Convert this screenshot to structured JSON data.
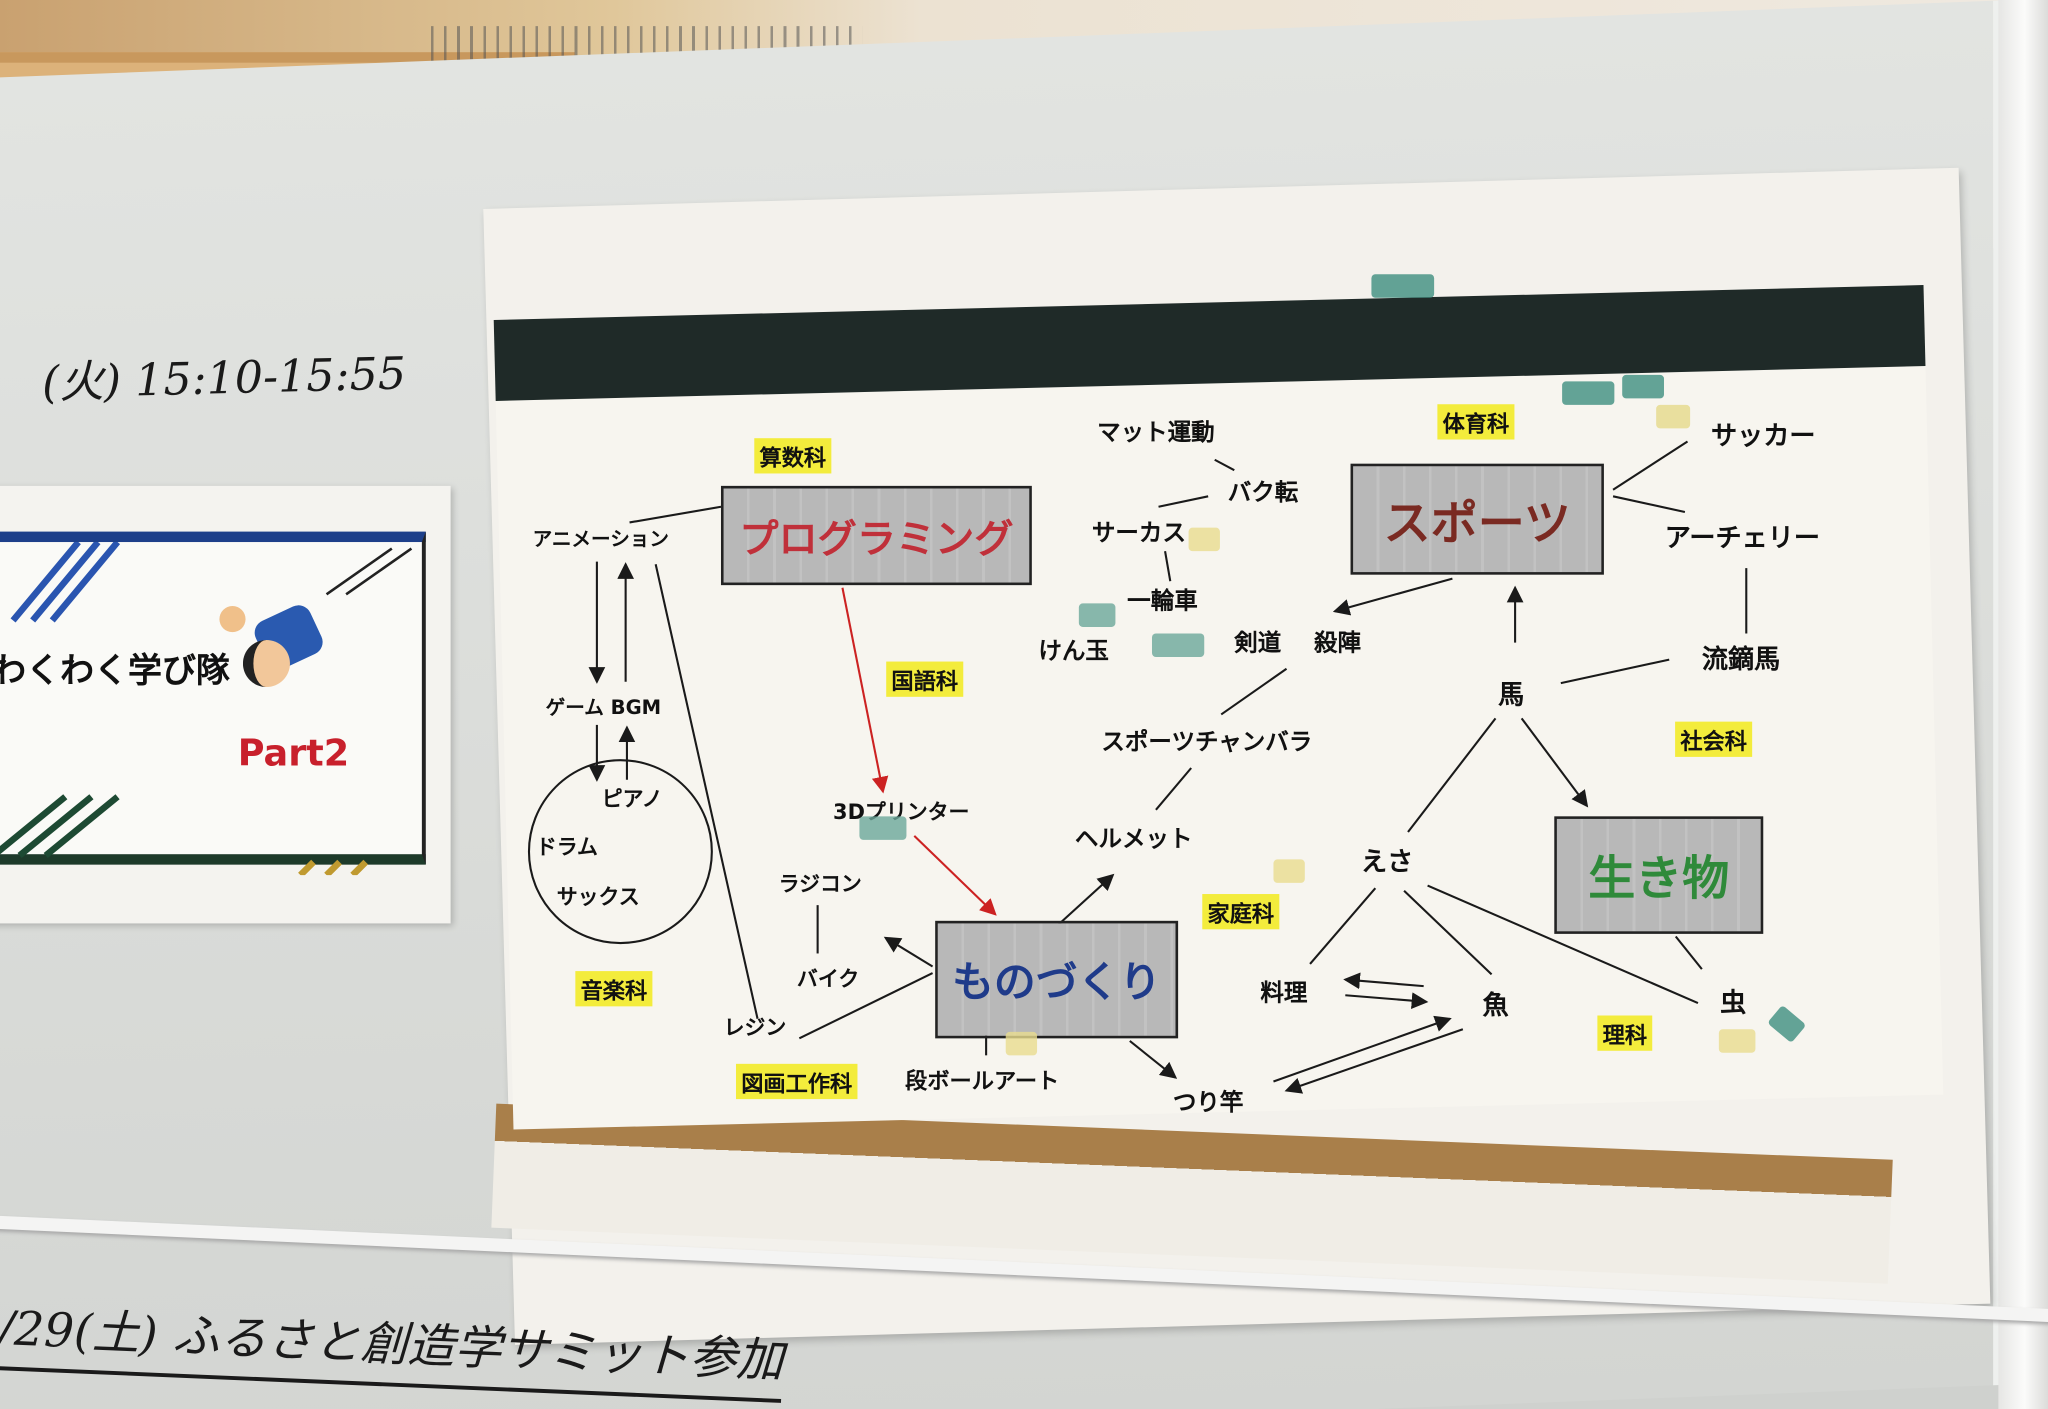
{
  "whiteboard": {
    "schedule_note": "(火) 15:10-15:55",
    "bottom_note": "/29(土) ふるさと創造学サミット参加"
  },
  "title_card": {
    "title": "わくわく学び隊",
    "part": "Part2",
    "accent_red": "#c8202c"
  },
  "diagram": {
    "hubs": {
      "programming": "プログラミング",
      "sports": "スポーツ",
      "creatures": "生き物",
      "monozukuri": "ものづくり"
    },
    "hub_colors": {
      "programming": "#c0303a",
      "sports": "#7a2a22",
      "creatures": "#2f8a3a",
      "monozukuri": "#1f3b8a"
    },
    "subjects": {
      "math": "算数科",
      "japanese": "国語科",
      "pe": "体育科",
      "social": "社会科",
      "home_ec": "家庭科",
      "music": "音楽科",
      "art": "図画工作科",
      "science": "理科"
    },
    "nodes": {
      "animation": "アニメーション",
      "game_bgm": "ゲーム BGM",
      "piano": "ピアノ",
      "drum": "ドラム",
      "sax": "サックス",
      "resin": "レジン",
      "radicon": "ラジコン",
      "bike": "バイク",
      "cardboard_art": "段ボールアート",
      "printer3d": "3Dプリンター",
      "helmet": "ヘルメット",
      "sports_chanbara": "スポーツチャンバラ",
      "kendama": "けん玉",
      "kendo": "剣道",
      "tate": "殺陣",
      "unicycle": "一輪車",
      "circus": "サーカス",
      "backflip": "バク転",
      "mat": "マット運動",
      "soccer": "サッカー",
      "archery": "アーチェリー",
      "yabusame": "流鏑馬",
      "horse": "馬",
      "feed": "えさ",
      "cooking": "料理",
      "fish": "魚",
      "insect": "虫",
      "fishing_rod": "つり竿"
    }
  }
}
